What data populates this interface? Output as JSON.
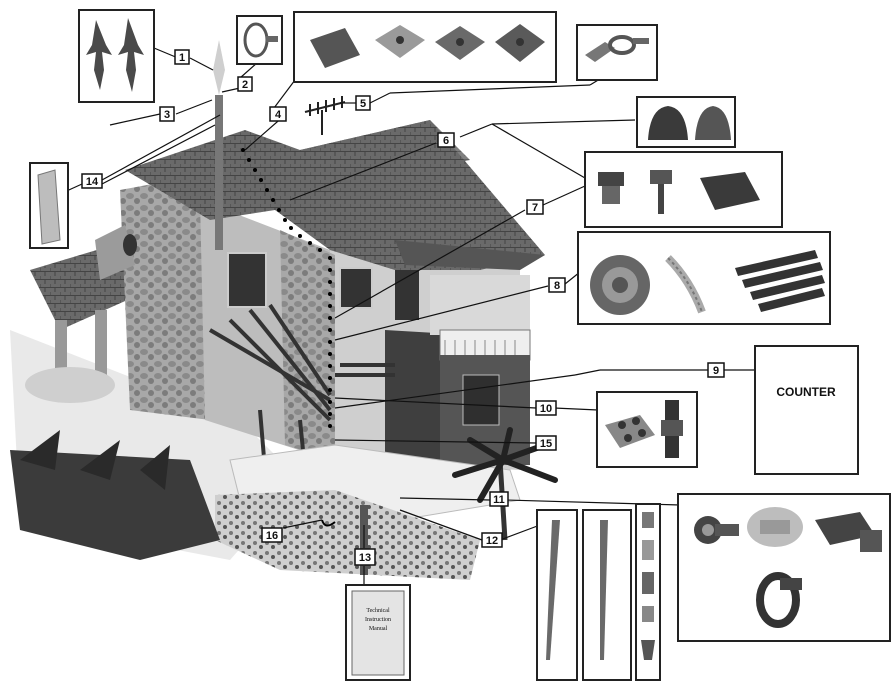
{
  "callouts": [
    "1",
    "2",
    "3",
    "4",
    "5",
    "6",
    "7",
    "8",
    "9",
    "10",
    "11",
    "12",
    "13",
    "14",
    "15",
    "16"
  ],
  "counter_label": "COUNTER",
  "booklet_lines": [
    "Technical",
    "Instruction",
    "Manual"
  ],
  "colors": {
    "line": "#111111",
    "box_border": "#222222",
    "roof": "#6d6d6d",
    "wall": "#b9b9b9",
    "dark": "#3a3a3a"
  }
}
